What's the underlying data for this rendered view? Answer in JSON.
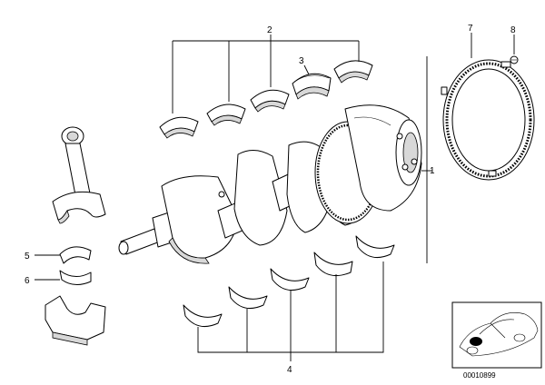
{
  "callouts": {
    "c1": "1",
    "c2": "2",
    "c3": "3",
    "c4": "4",
    "c5": "5",
    "c6": "6",
    "c7": "7",
    "c8": "8"
  },
  "inset": {
    "image_code": "00010899"
  }
}
